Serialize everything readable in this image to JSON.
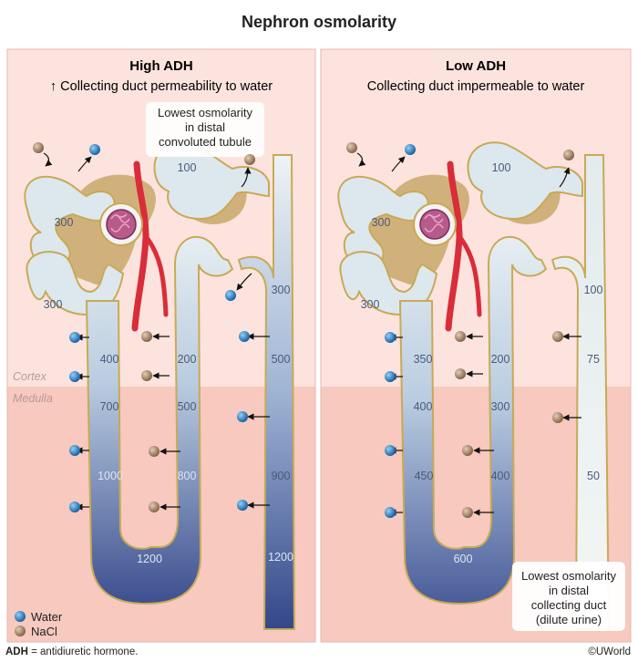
{
  "title": "Nephron osmolarity",
  "zones": {
    "cortex": "Cortex",
    "medulla": "Medulla"
  },
  "panels": [
    {
      "heading": "High ADH",
      "subtitle": "↑ Collecting duct permeability to water",
      "callout": [
        "Lowest osmolarity",
        "in distal",
        "convoluted tubule"
      ],
      "values": {
        "pct_upper": "300",
        "pct_lower": "300",
        "dct": "100",
        "desc_1": "400",
        "desc_2": "700",
        "desc_3": "1000",
        "loop": "1200",
        "asc_1": "200",
        "asc_2": "500",
        "asc_3": "800",
        "cd_1": "300",
        "cd_2": "500",
        "cd_3": "900",
        "cd_4": "1200"
      }
    },
    {
      "heading": "Low ADH",
      "subtitle": "Collecting duct impermeable to water",
      "callout": [
        "Lowest osmolarity",
        "in distal",
        "collecting duct",
        "(dilute urine)"
      ],
      "values": {
        "pct_upper": "300",
        "pct_lower": "300",
        "dct": "100",
        "desc_1": "350",
        "desc_2": "400",
        "desc_3": "450",
        "loop": "600",
        "asc_1": "200",
        "asc_2": "300",
        "asc_3": "400",
        "cd_1": "100",
        "cd_2": "75",
        "cd_3": "50"
      }
    }
  ],
  "legend": {
    "water": "Water",
    "nacl": "NaCl"
  },
  "footer": {
    "abbr": "ADH",
    "definition": " = antidiuretic hormone.",
    "credit": "©UWorld"
  },
  "colors": {
    "water": "#1f6fb5",
    "nacl": "#9b7b5c",
    "cortex_bg": "#fde3de",
    "medulla_bg": "#f7c9bf",
    "vessel": "#d92d3a"
  }
}
